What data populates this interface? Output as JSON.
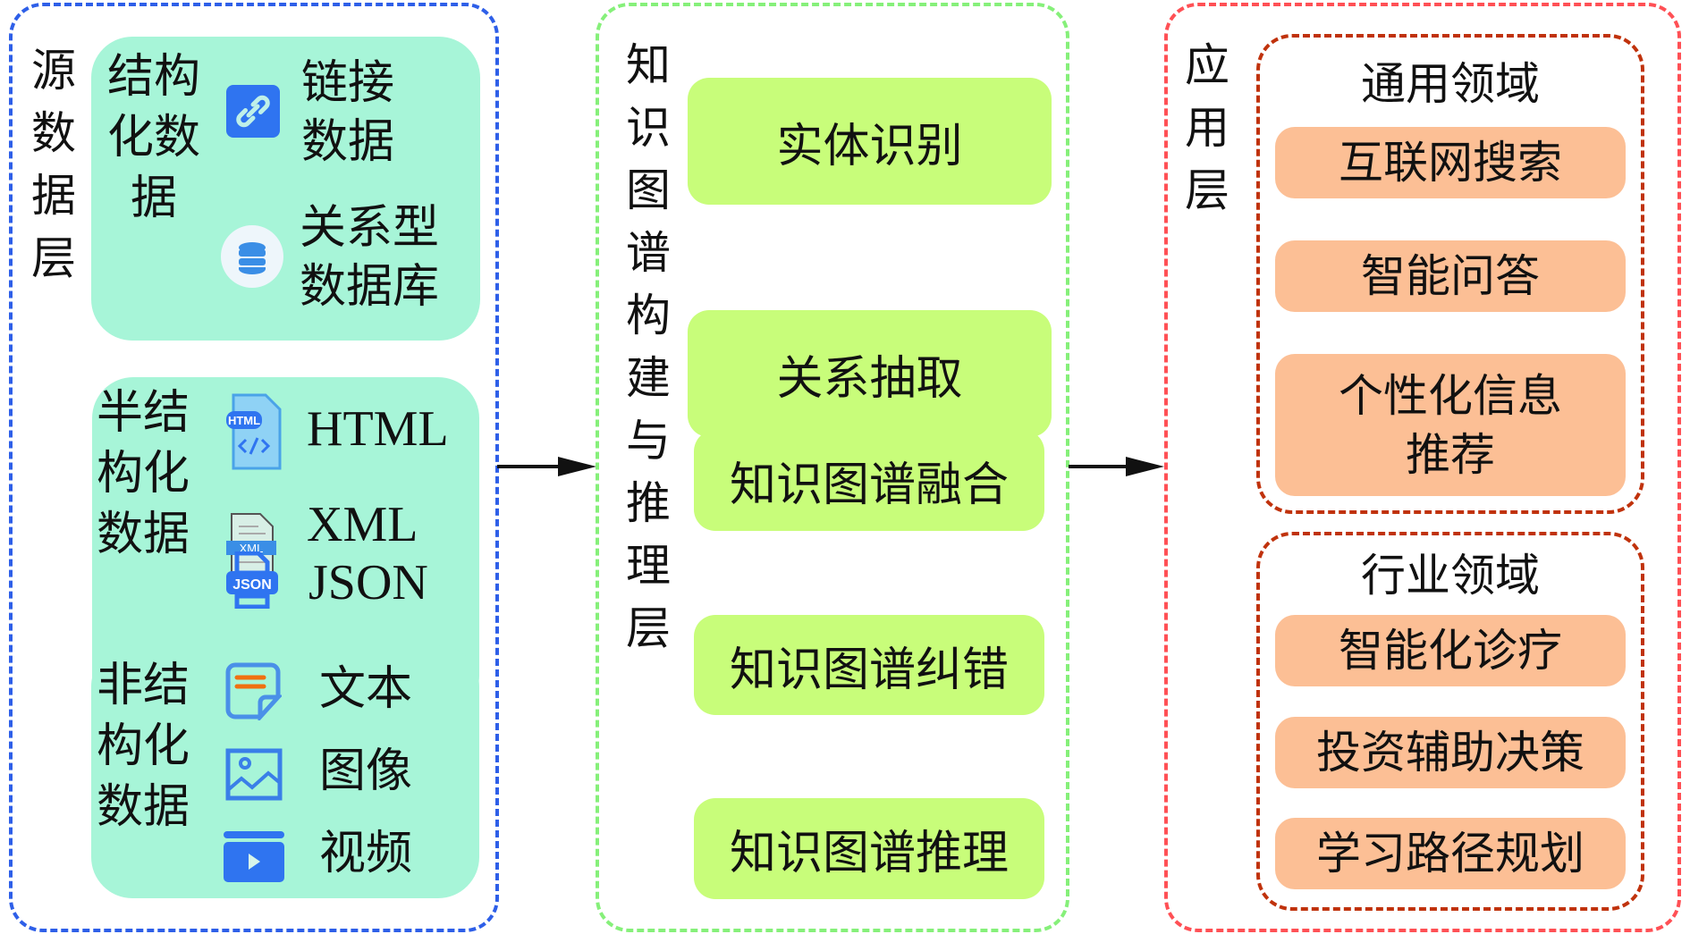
{
  "colors": {
    "source_border": "#2e5fe8",
    "kg_border": "#86f07a",
    "app_border": "#ff5055",
    "domain_border": "#c0320c",
    "source_fill": "#a7f5d8",
    "kg_fill": "#c8fd7a",
    "app_fill": "#fcbf95",
    "icon_blue": "#2f74f0"
  },
  "source_layer": {
    "title": [
      "源",
      "数",
      "据",
      "层"
    ],
    "structured": {
      "label": [
        "结构",
        "化数",
        "据"
      ],
      "items": [
        {
          "icon": "link-icon",
          "label": [
            "链接",
            "数据"
          ]
        },
        {
          "icon": "database-icon",
          "label": [
            "关系型",
            "数据库"
          ]
        }
      ]
    },
    "semi_structured": {
      "label": [
        "半结",
        "构化",
        "数据"
      ],
      "items": [
        {
          "icon": "html-file-icon",
          "label": "HTML",
          "icon_text": "HTML"
        },
        {
          "icon": "xml-file-icon",
          "label": "XML",
          "icon_text": "XML"
        },
        {
          "icon": "json-file-icon",
          "label": "JSON",
          "icon_text": "JSON"
        }
      ]
    },
    "unstructured": {
      "label": [
        "非结",
        "构化",
        "数据"
      ],
      "items": [
        {
          "icon": "text-document-icon",
          "label": "文本"
        },
        {
          "icon": "image-icon",
          "label": "图像"
        },
        {
          "icon": "video-icon",
          "label": "视频"
        }
      ]
    }
  },
  "kg_layer": {
    "title": [
      "知",
      "识",
      "图",
      "谱",
      "构",
      "建",
      "与",
      "推",
      "理",
      "层"
    ],
    "steps": [
      "实体识别",
      "关系抽取",
      "知识图谱融合",
      "知识图谱纠错",
      "知识图谱推理"
    ]
  },
  "app_layer": {
    "title": [
      "应",
      "用",
      "层"
    ],
    "general": {
      "title": "通用领域",
      "items": [
        "互联网搜索",
        "智能问答",
        [
          "个性化信息",
          "推荐"
        ]
      ]
    },
    "industry": {
      "title": "行业领域",
      "items": [
        "智能化诊疗",
        "投资辅助决策",
        "学习路径规划"
      ]
    }
  }
}
